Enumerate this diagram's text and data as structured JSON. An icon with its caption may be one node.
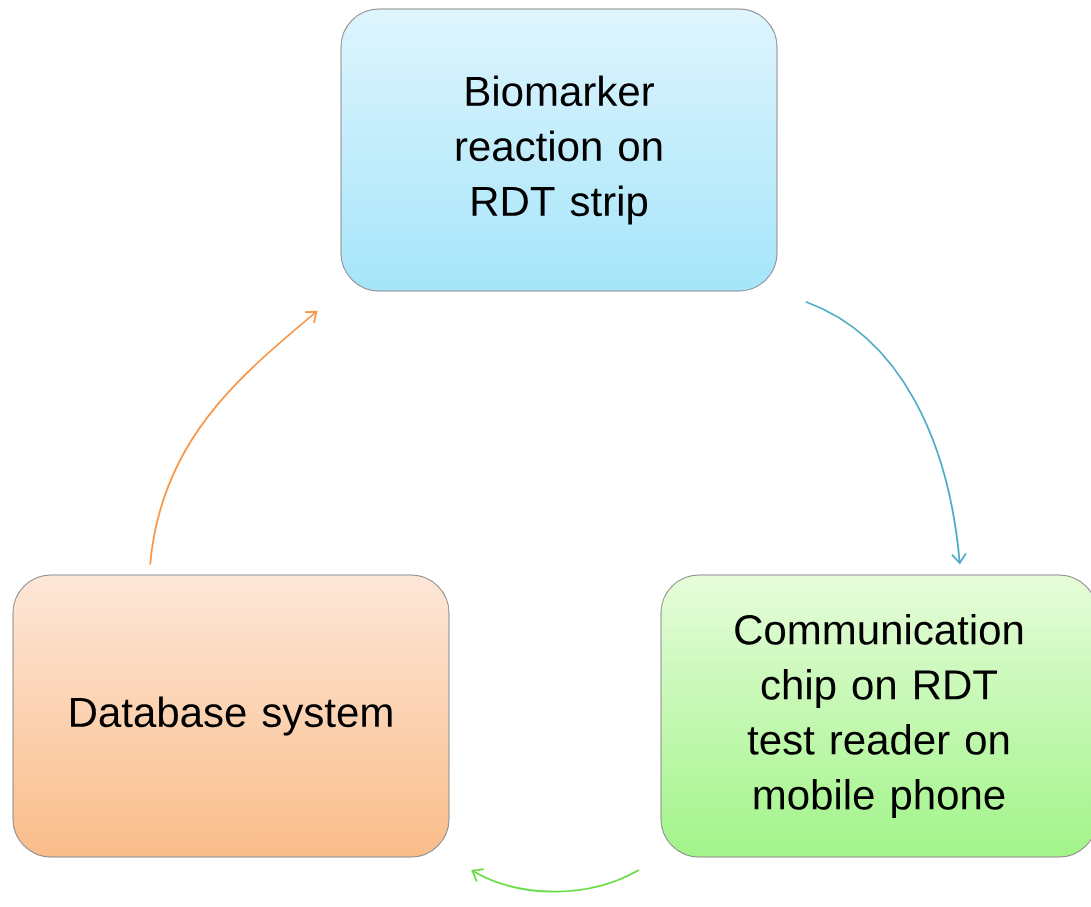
{
  "diagram": {
    "nodes": [
      {
        "text": [
          "Biomarker reaction on RDT strip"
        ]
      },
      {
        "text": [
          "Communication chip on RDT test reader on mobile phone"
        ]
      },
      {
        "text": [
          "Database system"
        ]
      }
    ],
    "edges": [
      {
        "from": 0,
        "to": 1,
        "arrow": "to",
        "color": "#4bacc6"
      },
      {
        "from": 1,
        "to": 2,
        "arrow": "to",
        "color": "#66dd44"
      },
      {
        "from": 2,
        "to": 0,
        "arrow": "to",
        "color": "#f79646"
      }
    ]
  }
}
